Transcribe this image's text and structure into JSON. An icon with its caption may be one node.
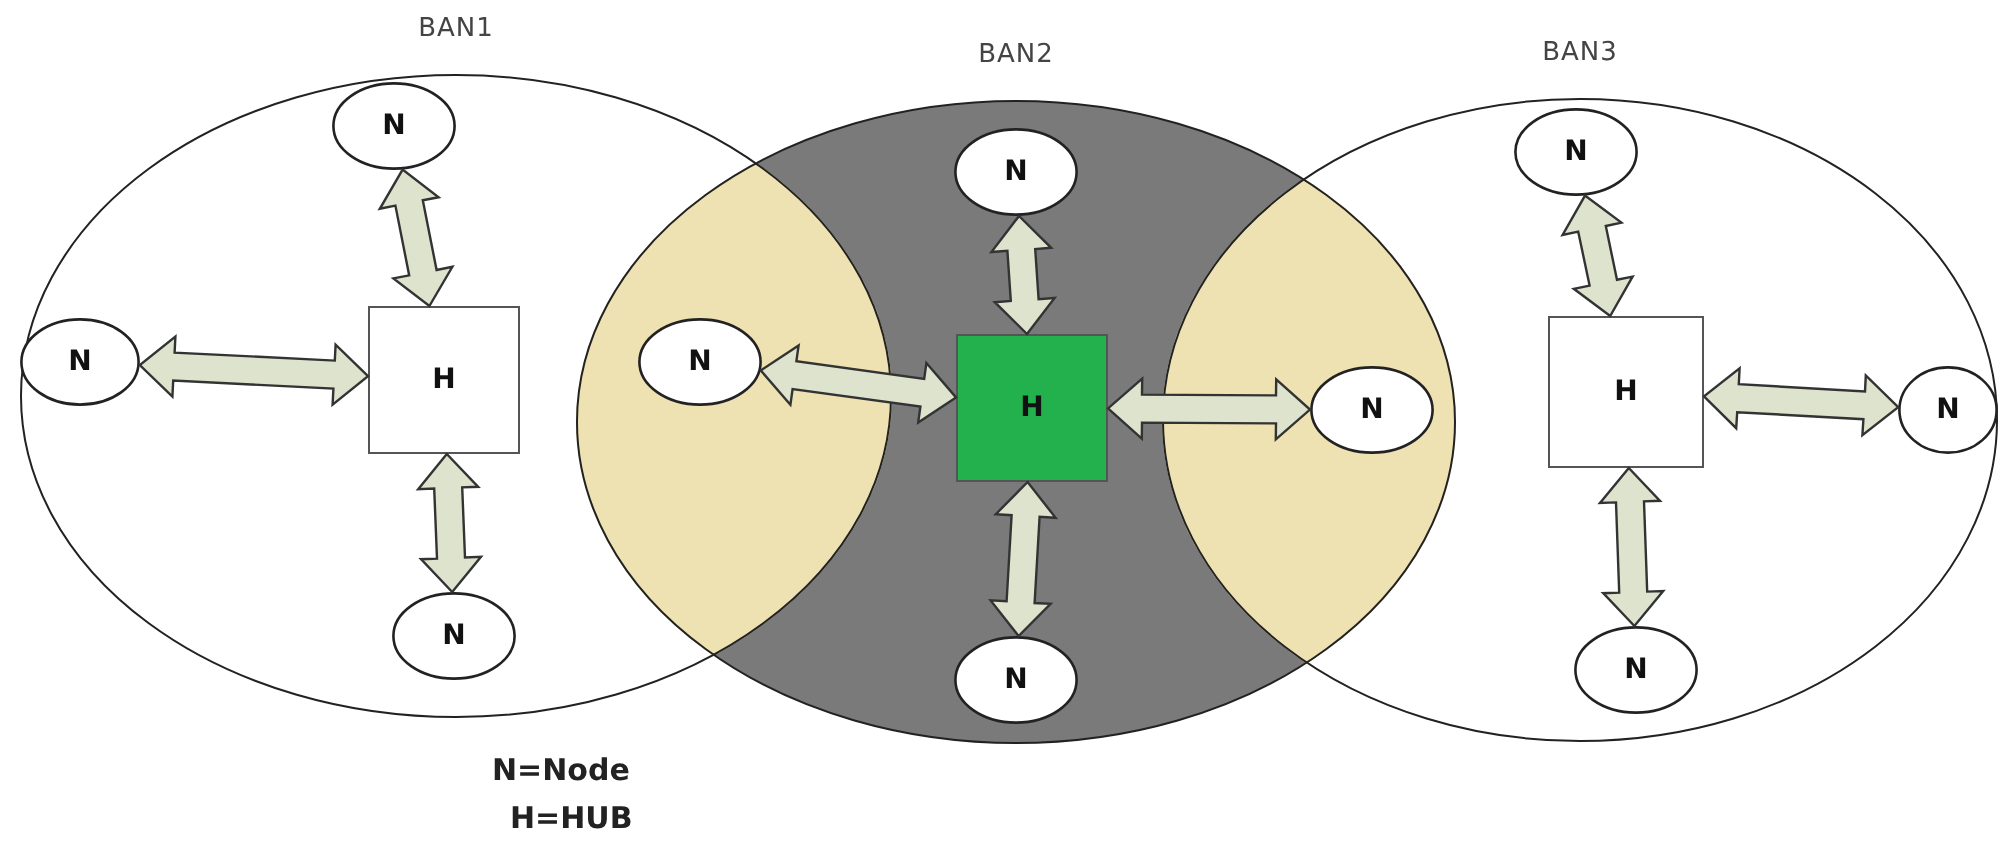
{
  "diagram": {
    "nodes": [
      {
        "text": [
          "BAN1"
        ]
      },
      {
        "text": [
          "N"
        ],
        "in": 0
      },
      {
        "text": [
          "N"
        ],
        "in": 0
      },
      {
        "text": [
          "H"
        ],
        "in": 0
      },
      {
        "text": [
          "N"
        ],
        "in": 0
      },
      {
        "text": [
          "BAN2"
        ]
      },
      {
        "text": [
          "N"
        ],
        "in": 5
      },
      {
        "text": [
          "N"
        ]
      },
      {
        "text": [
          "H"
        ],
        "in": 5
      },
      {
        "text": [
          "N"
        ]
      },
      {
        "text": [
          "N"
        ],
        "in": 5
      },
      {
        "text": [
          "BAN3"
        ]
      },
      {
        "text": [
          "N"
        ],
        "in": 11
      },
      {
        "text": [
          "H"
        ],
        "in": 11
      },
      {
        "text": [
          "N"
        ],
        "in": 11
      },
      {
        "text": [
          "N"
        ],
        "in": 11
      }
    ],
    "edges": [
      {
        "from": 3,
        "to": 1,
        "arrow": "both"
      },
      {
        "from": 3,
        "to": 2,
        "arrow": "both"
      },
      {
        "from": 3,
        "to": 4,
        "arrow": "both"
      },
      {
        "from": 8,
        "to": 6,
        "arrow": "both"
      },
      {
        "from": 8,
        "to": 7,
        "arrow": "both"
      },
      {
        "from": 8,
        "to": 9,
        "arrow": "both"
      },
      {
        "from": 8,
        "to": 10,
        "arrow": "both"
      },
      {
        "from": 13,
        "to": 12,
        "arrow": "both"
      },
      {
        "from": 13,
        "to": 14,
        "arrow": "both"
      },
      {
        "from": 13,
        "to": 15,
        "arrow": "both"
      }
    ],
    "labels": [
      "N=Node",
      "H=HUB"
    ]
  }
}
